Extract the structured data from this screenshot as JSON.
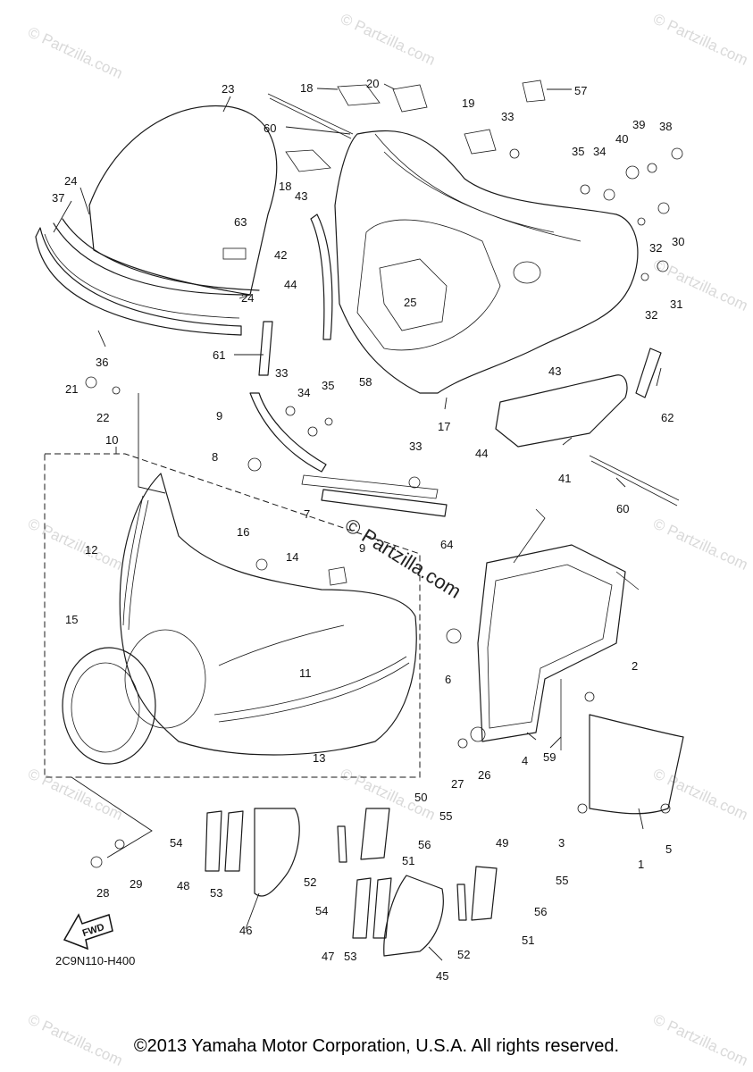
{
  "watermark": "© Partzilla.com",
  "center_watermark": "© Partzilla.com",
  "diagram_code": "2C9N110-H400",
  "fwd_label": "FWD",
  "copyright": "©2013 Yamaha Motor Corporation, U.S.A. All rights reserved.",
  "callouts": [
    "1",
    "2",
    "3",
    "4",
    "5",
    "6",
    "7",
    "8",
    "9",
    "9",
    "10",
    "11",
    "12",
    "13",
    "14",
    "15",
    "16",
    "17",
    "18",
    "18",
    "19",
    "20",
    "21",
    "22",
    "23",
    "24",
    "24",
    "25",
    "26",
    "27",
    "28",
    "29",
    "30",
    "31",
    "32",
    "32",
    "33",
    "33",
    "33",
    "34",
    "34",
    "35",
    "35",
    "36",
    "37",
    "38",
    "39",
    "40",
    "41",
    "42",
    "43",
    "43",
    "44",
    "44",
    "45",
    "46",
    "47",
    "48",
    "49",
    "50",
    "51",
    "51",
    "52",
    "52",
    "53",
    "53",
    "54",
    "54",
    "55",
    "55",
    "56",
    "56",
    "57",
    "58",
    "59",
    "60",
    "60",
    "61",
    "62",
    "63",
    "64"
  ]
}
